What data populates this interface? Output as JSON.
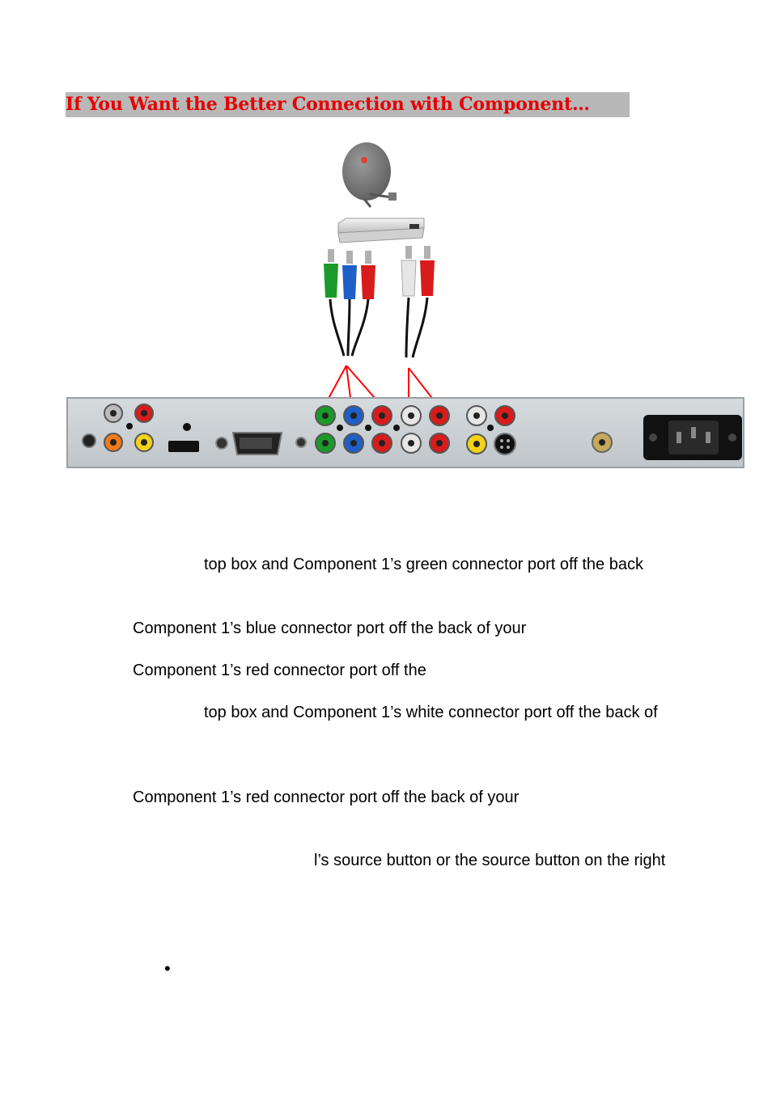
{
  "heading": "If You Want the Better Connection with Component…",
  "steps": [
    "top box and Component 1’s green connector port off the back",
    "Component 1’s blue connector port off the back of your",
    "Component 1’s red connector port off the",
    "top box and Component 1’s white connector port off the back of",
    "Component 1’s red connector port off the back of your",
    "l’s source button or the source button on the right"
  ],
  "bullet": "•",
  "colors": {
    "heading_text": "#e60000",
    "heading_bg": "#b8b8b8",
    "panel": "#c9cfd3",
    "cable_green": "#1a9a2a",
    "cable_blue": "#1e5fc8",
    "cable_red": "#d81b1b",
    "cable_white": "#e6e6e6",
    "guide_line": "#ff0000"
  },
  "icons": [
    "satellite-dish-icon",
    "set-top-box-icon",
    "rca-plug-icon",
    "tv-back-panel-icon"
  ]
}
